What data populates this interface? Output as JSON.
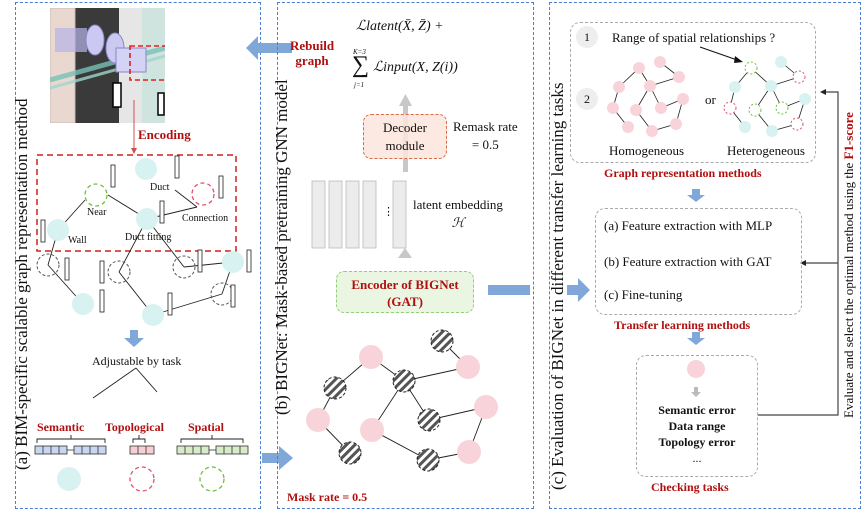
{
  "panels": {
    "a": {
      "title": "(a) BIM-specific scalable graph representation method",
      "encoding_label": "Encoding",
      "node_labels": {
        "near": "Near",
        "duct": "Duct",
        "connection": "Connection",
        "wall": "Wall",
        "duct_fitting": "Duct fitting"
      },
      "adjustable_label": "Adjustable by task",
      "feature_groups": [
        "Semantic",
        "Topological",
        "Spatial"
      ]
    },
    "b": {
      "title": "(b) BIGNet: Mask-based pretraining GNN model",
      "rebuild_label_1": "Rebuild",
      "rebuild_label_2": "graph",
      "loss_line_1": "ℒlatent(X̄, Z̄)  +",
      "loss_sum_upper": "K=3",
      "loss_sum_lower": "j=1",
      "loss_line_2": "ℒinput(X, Z(i))",
      "decoder_label_1": "Decoder",
      "decoder_label_2": "module",
      "remask_label_1": "Remask rate",
      "remask_label_2": "= 0.5",
      "latent_label_1": "latent embedding",
      "latent_label_2": "ℋ",
      "encoder_label_1": "Encoder of BIGNet",
      "encoder_label_2": "(GAT)",
      "mask_rate_label": "Mask rate = 0.5",
      "ellipsis": "⋮"
    },
    "c": {
      "title": "(c) Evaluation of BIGNet in different transfer learning tasks",
      "step1_num": "1",
      "step1_question": "Range of spatial relationships ?",
      "step2_num": "2",
      "or_label": "or",
      "homogeneous_label": "Homogeneous",
      "heterogeneous_label": "Heterogeneous",
      "graph_methods_label": "Graph representation methods",
      "transfer_methods": [
        "(a) Feature extraction with MLP",
        "(b) Feature extraction with GAT",
        "(c) Fine-tuning"
      ],
      "transfer_methods_label": "Transfer learning methods",
      "checking_items": [
        "Semantic error",
        "Data range",
        "Topology error",
        "..."
      ],
      "checking_tasks_label": "Checking tasks",
      "feedback_label_prefix": "Evaluate and select the optimal method using the ",
      "feedback_label_highlight": "F1-score"
    }
  },
  "colors": {
    "panel_border": "#4a7fd0",
    "accent_red": "#b01010",
    "arrow_blue": "#7fa8d8",
    "node_cyan": "#d8f2f2",
    "node_pink": "#f8d4da",
    "dashed_green": "#6cbf3a",
    "dashed_red": "#e0506a"
  }
}
